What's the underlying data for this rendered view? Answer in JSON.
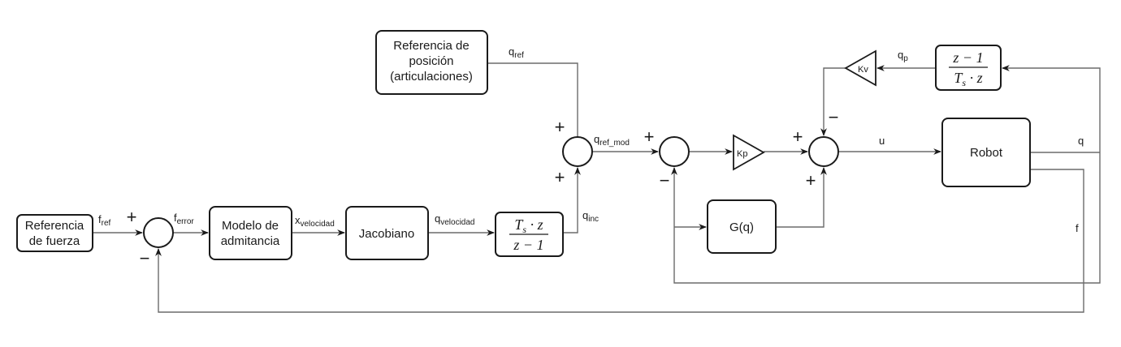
{
  "diagram": {
    "type": "control block diagram",
    "blocks": {
      "force_reference": [
        "Referencia",
        "de fuerza"
      ],
      "admittance_model": [
        "Modelo de",
        "admitancia"
      ],
      "jacobian": [
        "Jacobiano"
      ],
      "integrator": {
        "numerator": [
          "T",
          "s",
          " · z"
        ],
        "denominator": "z − 1"
      },
      "position_reference": [
        "Referencia de",
        "posición",
        "(articulaciones)"
      ],
      "kp_gain": "Kp",
      "kv_gain": "Kv",
      "gravity": "G(q)",
      "derivative": {
        "numerator": "z − 1",
        "denominator": [
          "T",
          "s",
          " · z"
        ]
      },
      "robot": "Robot"
    },
    "signals": {
      "f_ref": {
        "base": "f",
        "sub": "ref"
      },
      "f_error": {
        "base": "f",
        "sub": "error"
      },
      "x_velocidad": {
        "base": "x",
        "sub": "velocidad"
      },
      "q_velocidad": {
        "base": "q",
        "sub": "velocidad"
      },
      "q_inc": {
        "base": "q",
        "sub": "inc"
      },
      "q_ref": {
        "base": "q",
        "sub": "ref"
      },
      "q_ref_mod": {
        "base": "q",
        "sub": "ref_mod"
      },
      "q_p": {
        "base": "q",
        "sub": "p"
      },
      "u": "u",
      "q": "q",
      "f": "f"
    },
    "signs": {
      "sum_force_plus": "+",
      "sum_force_minus": "−",
      "sum_ref_top_plus": "+",
      "sum_ref_bottom_plus": "+",
      "sum_pos_plus": "+",
      "sum_pos_minus": "−",
      "sum_ctrl_left_plus": "+",
      "sum_ctrl_bottom_plus": "+",
      "sum_ctrl_top_minus": "−"
    }
  }
}
